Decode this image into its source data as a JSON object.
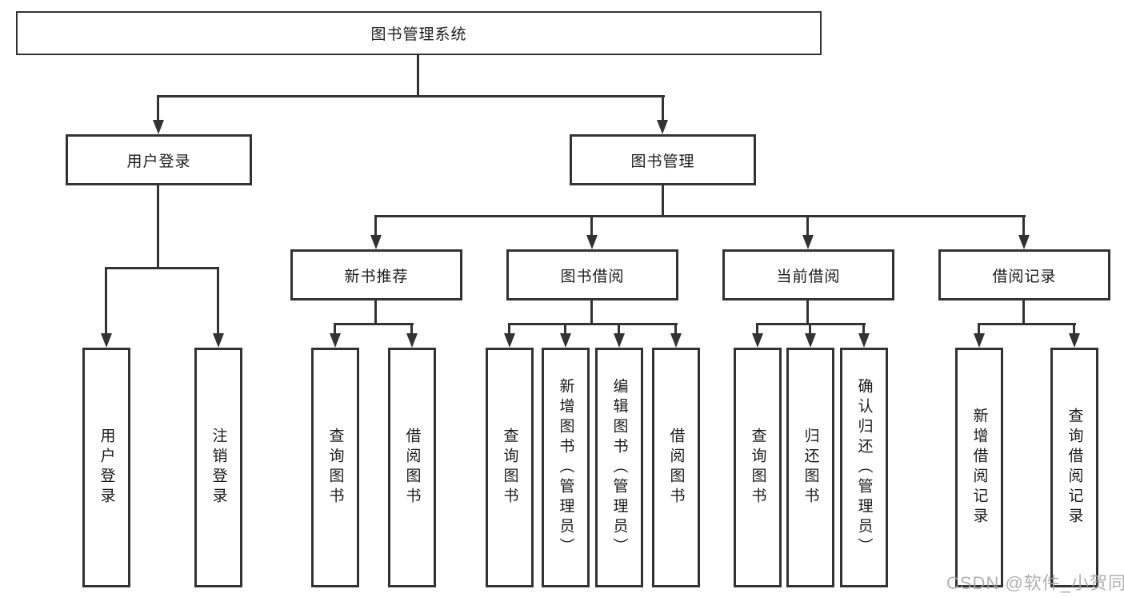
{
  "diagram": {
    "type": "hierarchy-tree",
    "tree": {
      "root": {
        "label": "图书管理系统"
      },
      "branches": [
        {
          "label": "用户登录",
          "children": [
            {
              "label": "用户登录"
            },
            {
              "label": "注销登录"
            }
          ]
        },
        {
          "label": "图书管理",
          "children": [
            {
              "label": "新书推荐",
              "children": [
                {
                  "label": "查询图书"
                },
                {
                  "label": "借阅图书"
                }
              ]
            },
            {
              "label": "图书借阅",
              "children": [
                {
                  "label": "查询图书"
                },
                {
                  "label": "新增图书（管理员）"
                },
                {
                  "label": "编辑图书（管理员）"
                },
                {
                  "label": "借阅图书"
                }
              ]
            },
            {
              "label": "当前借阅",
              "children": [
                {
                  "label": "查询图书"
                },
                {
                  "label": "归还图书"
                },
                {
                  "label": "确认归还（管理员）"
                }
              ]
            },
            {
              "label": "借阅记录",
              "children": [
                {
                  "label": "新增借阅记录"
                },
                {
                  "label": "查询借阅记录"
                }
              ]
            }
          ]
        }
      ]
    },
    "colors": {
      "line": "#333333",
      "text": "#1c1c1c",
      "background": "#ffffff",
      "watermark": "#a3a3a3"
    }
  },
  "watermark": {
    "text": "CSDN @软件_小贺同学"
  }
}
